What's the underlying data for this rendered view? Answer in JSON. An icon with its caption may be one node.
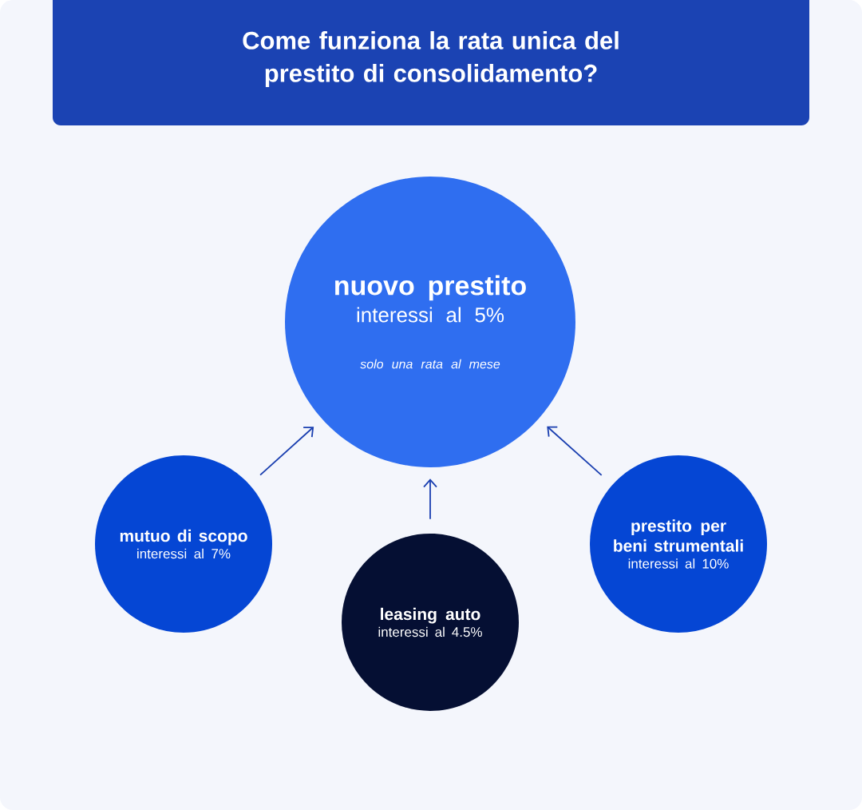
{
  "diagram": {
    "title": "Come funziona la rata unica del prestito di consolidamento?",
    "nodes": [
      {
        "text": [
          "nuovo prestito",
          "interessi al 5%",
          "solo una rata al mese"
        ]
      },
      {
        "text": [
          "mutuo di scopo",
          "interessi al 7%"
        ]
      },
      {
        "text": [
          "leasing auto",
          "interessi al 4.5%"
        ]
      },
      {
        "text": [
          "prestito per beni strumentali",
          "interessi al 10%"
        ]
      }
    ],
    "edges": [
      {
        "from": 1,
        "to": 0,
        "arrow": "to"
      },
      {
        "from": 2,
        "to": 0,
        "arrow": "to"
      },
      {
        "from": 3,
        "to": 0,
        "arrow": "to"
      }
    ]
  }
}
